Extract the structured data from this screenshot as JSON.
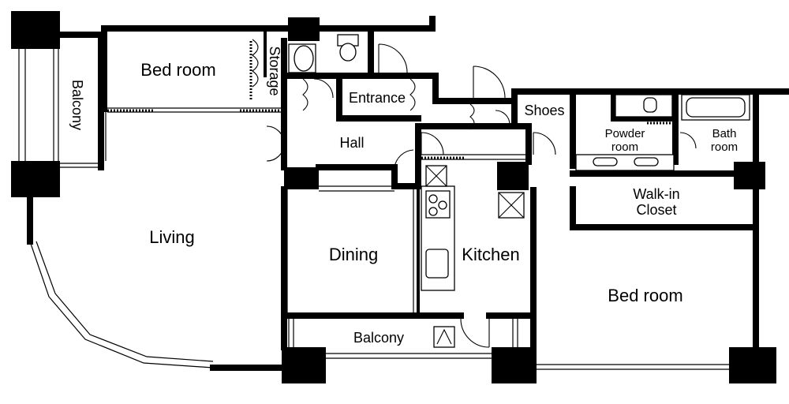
{
  "rooms": {
    "bedroom_1": "Bed room",
    "storage": "Storage",
    "balcony_left": "Balcony",
    "entrance": "Entrance",
    "hall": "Hall",
    "shoes": "Shoes",
    "powder_room": [
      "Powder",
      "room"
    ],
    "bath_room": [
      "Bath",
      "room"
    ],
    "walk_in_closet": [
      "Walk-in",
      "Closet"
    ],
    "living": "Living",
    "dining": "Dining",
    "kitchen": "Kitchen",
    "bedroom_2": "Bed room",
    "balcony_bottom": "Balcony"
  }
}
